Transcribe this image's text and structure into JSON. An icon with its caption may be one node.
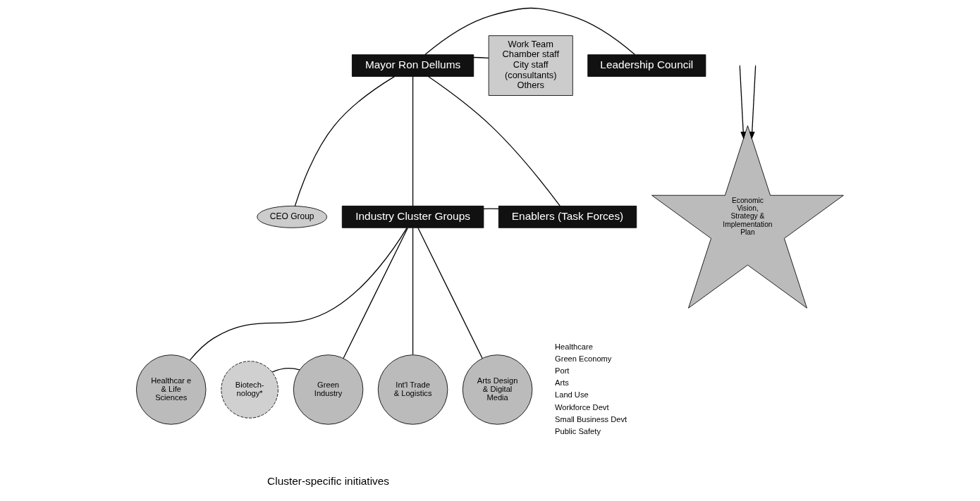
{
  "diagram": {
    "nodes": [
      {
        "text": [
          "Mayor Ron Dellums"
        ]
      },
      {
        "text": [
          "Leadership Council"
        ]
      },
      {
        "text": [
          "Work Team",
          "Chamber staff",
          "City staff",
          "(consultants)",
          "Others"
        ]
      },
      {
        "text": [
          "CEO Group"
        ]
      },
      {
        "text": [
          "Industry Cluster Groups"
        ]
      },
      {
        "text": [
          "Enablers (Task Forces)"
        ]
      },
      {
        "text": [
          "Healthcar e & Life Sciences"
        ]
      },
      {
        "text": [
          "Biotech- nology*"
        ]
      },
      {
        "text": [
          "Green Industry"
        ]
      },
      {
        "text": [
          "Int'l Trade & Logistics"
        ]
      },
      {
        "text": [
          "Arts Design & Digital Media"
        ]
      },
      {
        "text": [
          "Economic Vision, Strategy & Implementation Plan"
        ]
      }
    ],
    "edges": [
      {
        "from": 0,
        "to": 1,
        "arrow": "none"
      },
      {
        "from": 0,
        "to": 2,
        "arrow": "none"
      },
      {
        "from": 0,
        "to": 3,
        "arrow": "none"
      },
      {
        "from": 0,
        "to": 4,
        "arrow": "none"
      },
      {
        "from": 0,
        "to": 5,
        "arrow": "none"
      },
      {
        "from": 4,
        "to": 5,
        "arrow": "none"
      },
      {
        "from": 4,
        "to": 6,
        "arrow": "none"
      },
      {
        "from": 4,
        "to": 8,
        "arrow": "none"
      },
      {
        "from": 4,
        "to": 9,
        "arrow": "none"
      },
      {
        "from": 4,
        "to": 10,
        "arrow": "none"
      },
      {
        "from": 7,
        "to": 8,
        "arrow": "none"
      },
      {
        "from": null,
        "to": 11,
        "arrow": "to"
      },
      {
        "from": null,
        "to": 11,
        "arrow": "to"
      }
    ],
    "labels": [
      "Healthcare",
      "Green Economy",
      "Port",
      "Arts",
      "Land Use",
      "Workforce Devt",
      "Small Business Devt",
      "Public Safety",
      "Cluster-specific initiatives"
    ]
  }
}
